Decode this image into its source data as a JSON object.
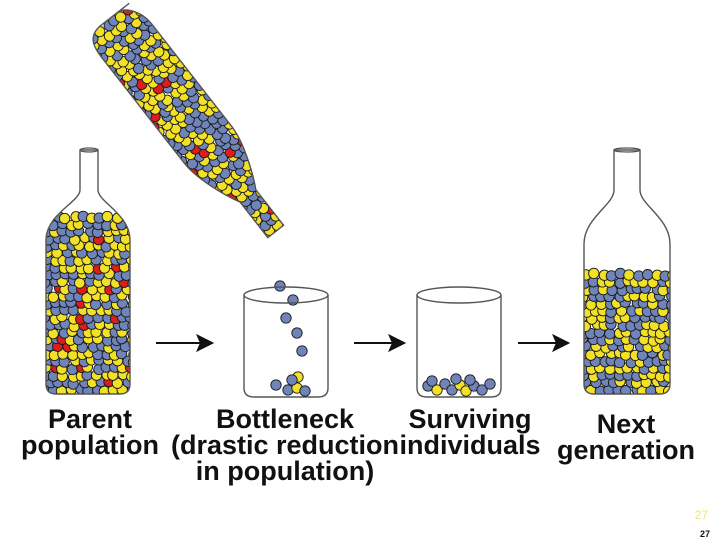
{
  "labels": {
    "parent": [
      "Parent",
      "population"
    ],
    "bottleneck": [
      "Bottleneck",
      "(drastic reduction",
      "in population)"
    ],
    "surviving": [
      "Surviving",
      "individuals"
    ],
    "next": [
      "Next",
      "generation"
    ]
  },
  "colors": {
    "yellow": "#f3e128",
    "blue": "#6f84b8",
    "red": "#dd1c1c",
    "outline": "#1a1a1a",
    "glass": "#555555"
  },
  "slide_number": "27"
}
